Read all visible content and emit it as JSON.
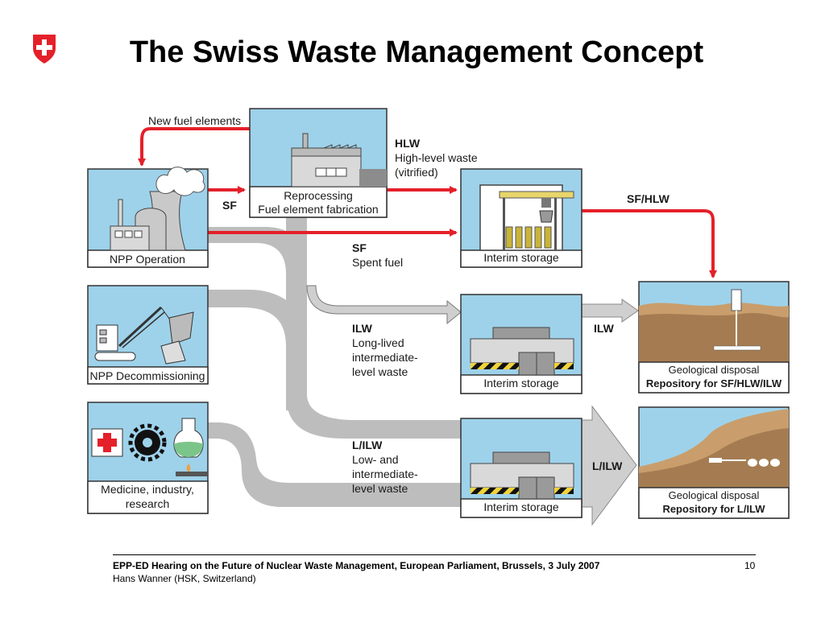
{
  "slide": {
    "title": "The Swiss Waste Management Concept",
    "logo_icon": "swiss-cross-shield-icon"
  },
  "diagram": {
    "sources": {
      "npp_operation": "NPP Operation",
      "npp_decommissioning": "NPP Decommissioning",
      "medicine_industry_research": [
        "Medicine, industry,",
        "research"
      ]
    },
    "reprocessing": [
      "Reprocessing",
      "Fuel element fabrication"
    ],
    "flows": {
      "new_fuel": "New fuel elements",
      "sf_short": "SF",
      "hlw": {
        "code": "HLW",
        "lines": [
          "High-level waste",
          "(vitrified)"
        ]
      },
      "sf": {
        "code": "SF",
        "lines": [
          "Spent fuel"
        ]
      },
      "sf_hlw": "SF/HLW",
      "ilw": {
        "code": "ILW",
        "lines": [
          "Long-lived",
          "intermediate-",
          "level waste"
        ]
      },
      "ilw_short": "ILW",
      "lilw": {
        "code": "L/ILW",
        "lines": [
          "Low- and",
          "intermediate-",
          "level waste"
        ]
      },
      "lilw_short": "L/ILW"
    },
    "interim_storage": [
      "Interim storage",
      "Interim storage",
      "Interim storage"
    ],
    "repositories": {
      "deep": {
        "line1": "Geological disposal",
        "line2": "Repository for SF/HLW/ILW"
      },
      "shallow": {
        "line1": "Geological disposal",
        "line2": "Repository for L/ILW"
      }
    },
    "colors": {
      "flow_red": "#e4202a",
      "box_blue": "#9ed2ea",
      "flow_gray": "#bdbdbd",
      "earth": "#a57c52",
      "earth_light": "#c99e6c"
    }
  },
  "footer": {
    "line1": "EPP-ED Hearing on the Future of Nuclear Waste Management, European Parliament, Brussels, 3 July 2007",
    "line2": "Hans Wanner (HSK, Switzerland)",
    "page_number": "10"
  }
}
